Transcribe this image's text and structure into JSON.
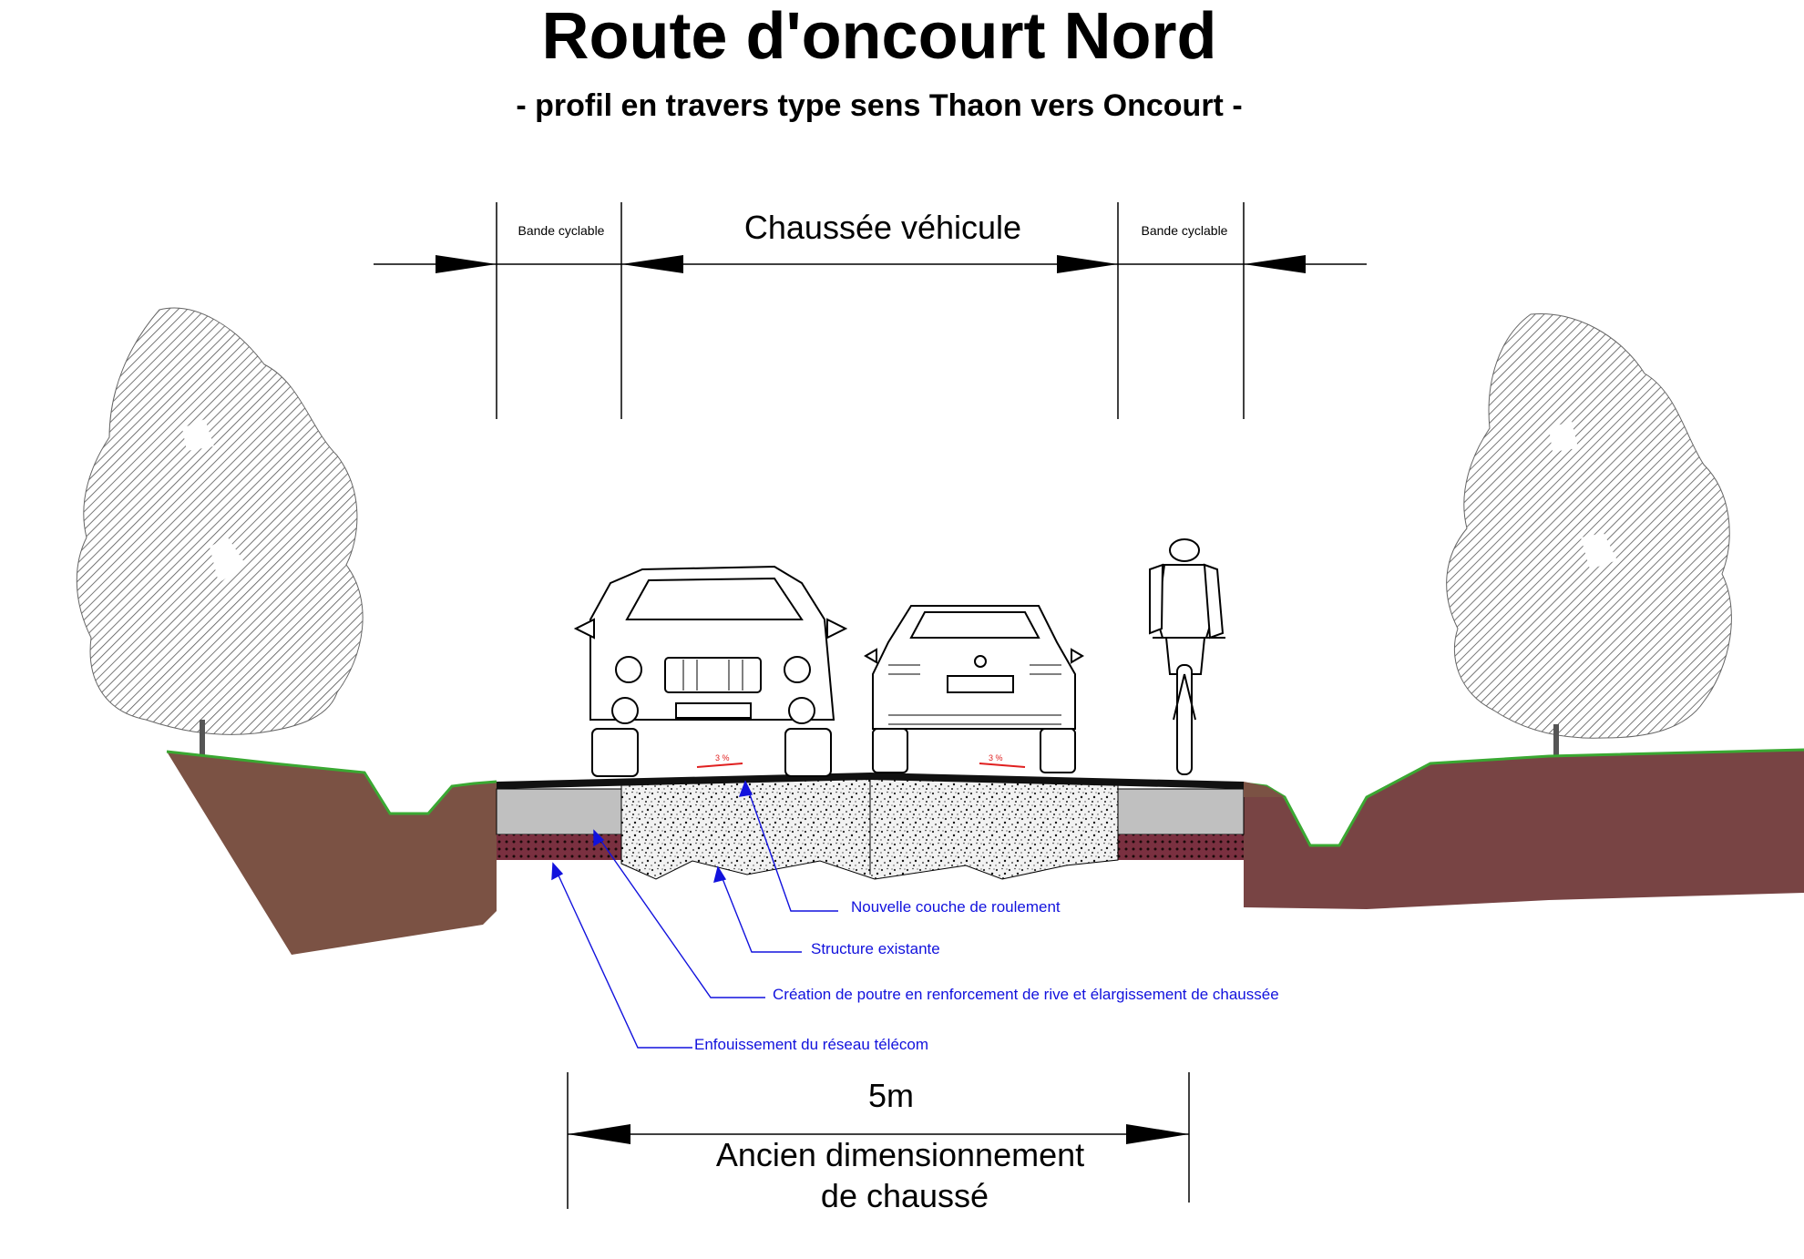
{
  "title": "Route d'oncourt Nord",
  "subtitle": "- profil en travers type sens Thaon vers Oncourt -",
  "dimensions": {
    "bande_left": "Bande cyclable",
    "chaussee": "Chaussée véhicule",
    "bande_right": "Bande cyclable",
    "old_width": "5m",
    "old_label_1": "Ancien dimensionnement",
    "old_label_2": "de chaussé"
  },
  "callouts": [
    "Nouvelle couche de roulement",
    "Structure existante",
    "Création de poutre en renforcement de rive et élargissement de chaussée",
    "Enfouissement du réseau télécom"
  ],
  "slopes": [
    "3 %",
    "3 %"
  ],
  "colors": {
    "soil_left": "#7b5244",
    "soil_right": "#784444",
    "grass": "#3aa832",
    "callout_blue": "#1212dd",
    "beam_grey": "#c0c0c0",
    "slope_red": "#e02020"
  },
  "icons": [
    "tree-icon",
    "suv-icon",
    "sedan-icon",
    "cyclist-icon"
  ]
}
